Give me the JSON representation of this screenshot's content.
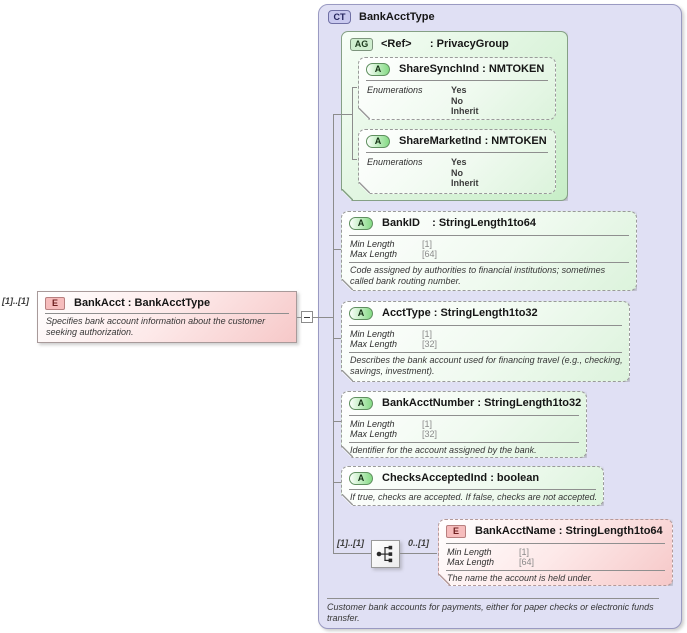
{
  "colors": {
    "complex_type_fill": "#e0e0f4",
    "group_fill": "#c7eec7",
    "attribute_fill": "#dcf3dc",
    "element_fill": "#f6c8c8",
    "connector": "#8c8c8c"
  },
  "badges": {
    "complex_type": "CT",
    "attribute_group": "AG",
    "attribute": "A",
    "element": "E"
  },
  "root_element": {
    "cardinality": "[1]..[1]",
    "title": "BankAcct : BankAcctType",
    "description": "Specifies bank account information about the customer seeking authorization."
  },
  "complex_type": {
    "title": "BankAcctType",
    "annotation": "Customer bank accounts for payments, either for paper checks or electronic funds transfer.",
    "attribute_group": {
      "title": "<Ref>      : PrivacyGroup",
      "attributes": [
        {
          "title": "ShareSynchInd : NMTOKEN",
          "facet_label": "Enumerations",
          "enumerations": [
            "Yes",
            "No",
            "Inherit"
          ]
        },
        {
          "title": "ShareMarketInd : NMTOKEN",
          "facet_label": "Enumerations",
          "enumerations": [
            "Yes",
            "No",
            "Inherit"
          ]
        }
      ]
    },
    "attributes": [
      {
        "title": "BankID    : StringLength1to64",
        "min_label": "Min Length",
        "min_value": "[1]",
        "max_label": "Max Length",
        "max_value": "[64]",
        "description": "Code assigned by authorities to financial institutions; sometimes called bank routing number."
      },
      {
        "title": "AcctType : StringLength1to32",
        "min_label": "Min Length",
        "min_value": "[1]",
        "max_label": "Max Length",
        "max_value": "[32]",
        "description": "Describes the bank account used for financing travel (e.g., checking, savings, investment)."
      },
      {
        "title": "BankAcctNumber : StringLength1to32",
        "min_label": "Min Length",
        "min_value": "[1]",
        "max_label": "Max Length",
        "max_value": "[32]",
        "description": "Identifier for the account assigned by the bank."
      },
      {
        "title": "ChecksAcceptedInd : boolean",
        "description": "If true, checks are accepted. If false, checks are not accepted."
      }
    ],
    "sequence": {
      "cardinality_left": "[1]..[1]",
      "cardinality_right": "0..[1]",
      "element": {
        "title": "BankAcctName : StringLength1to64",
        "min_label": "Min Length",
        "min_value": "[1]",
        "max_label": "Max Length",
        "max_value": "[64]",
        "description": "The name the account is held under."
      }
    }
  }
}
